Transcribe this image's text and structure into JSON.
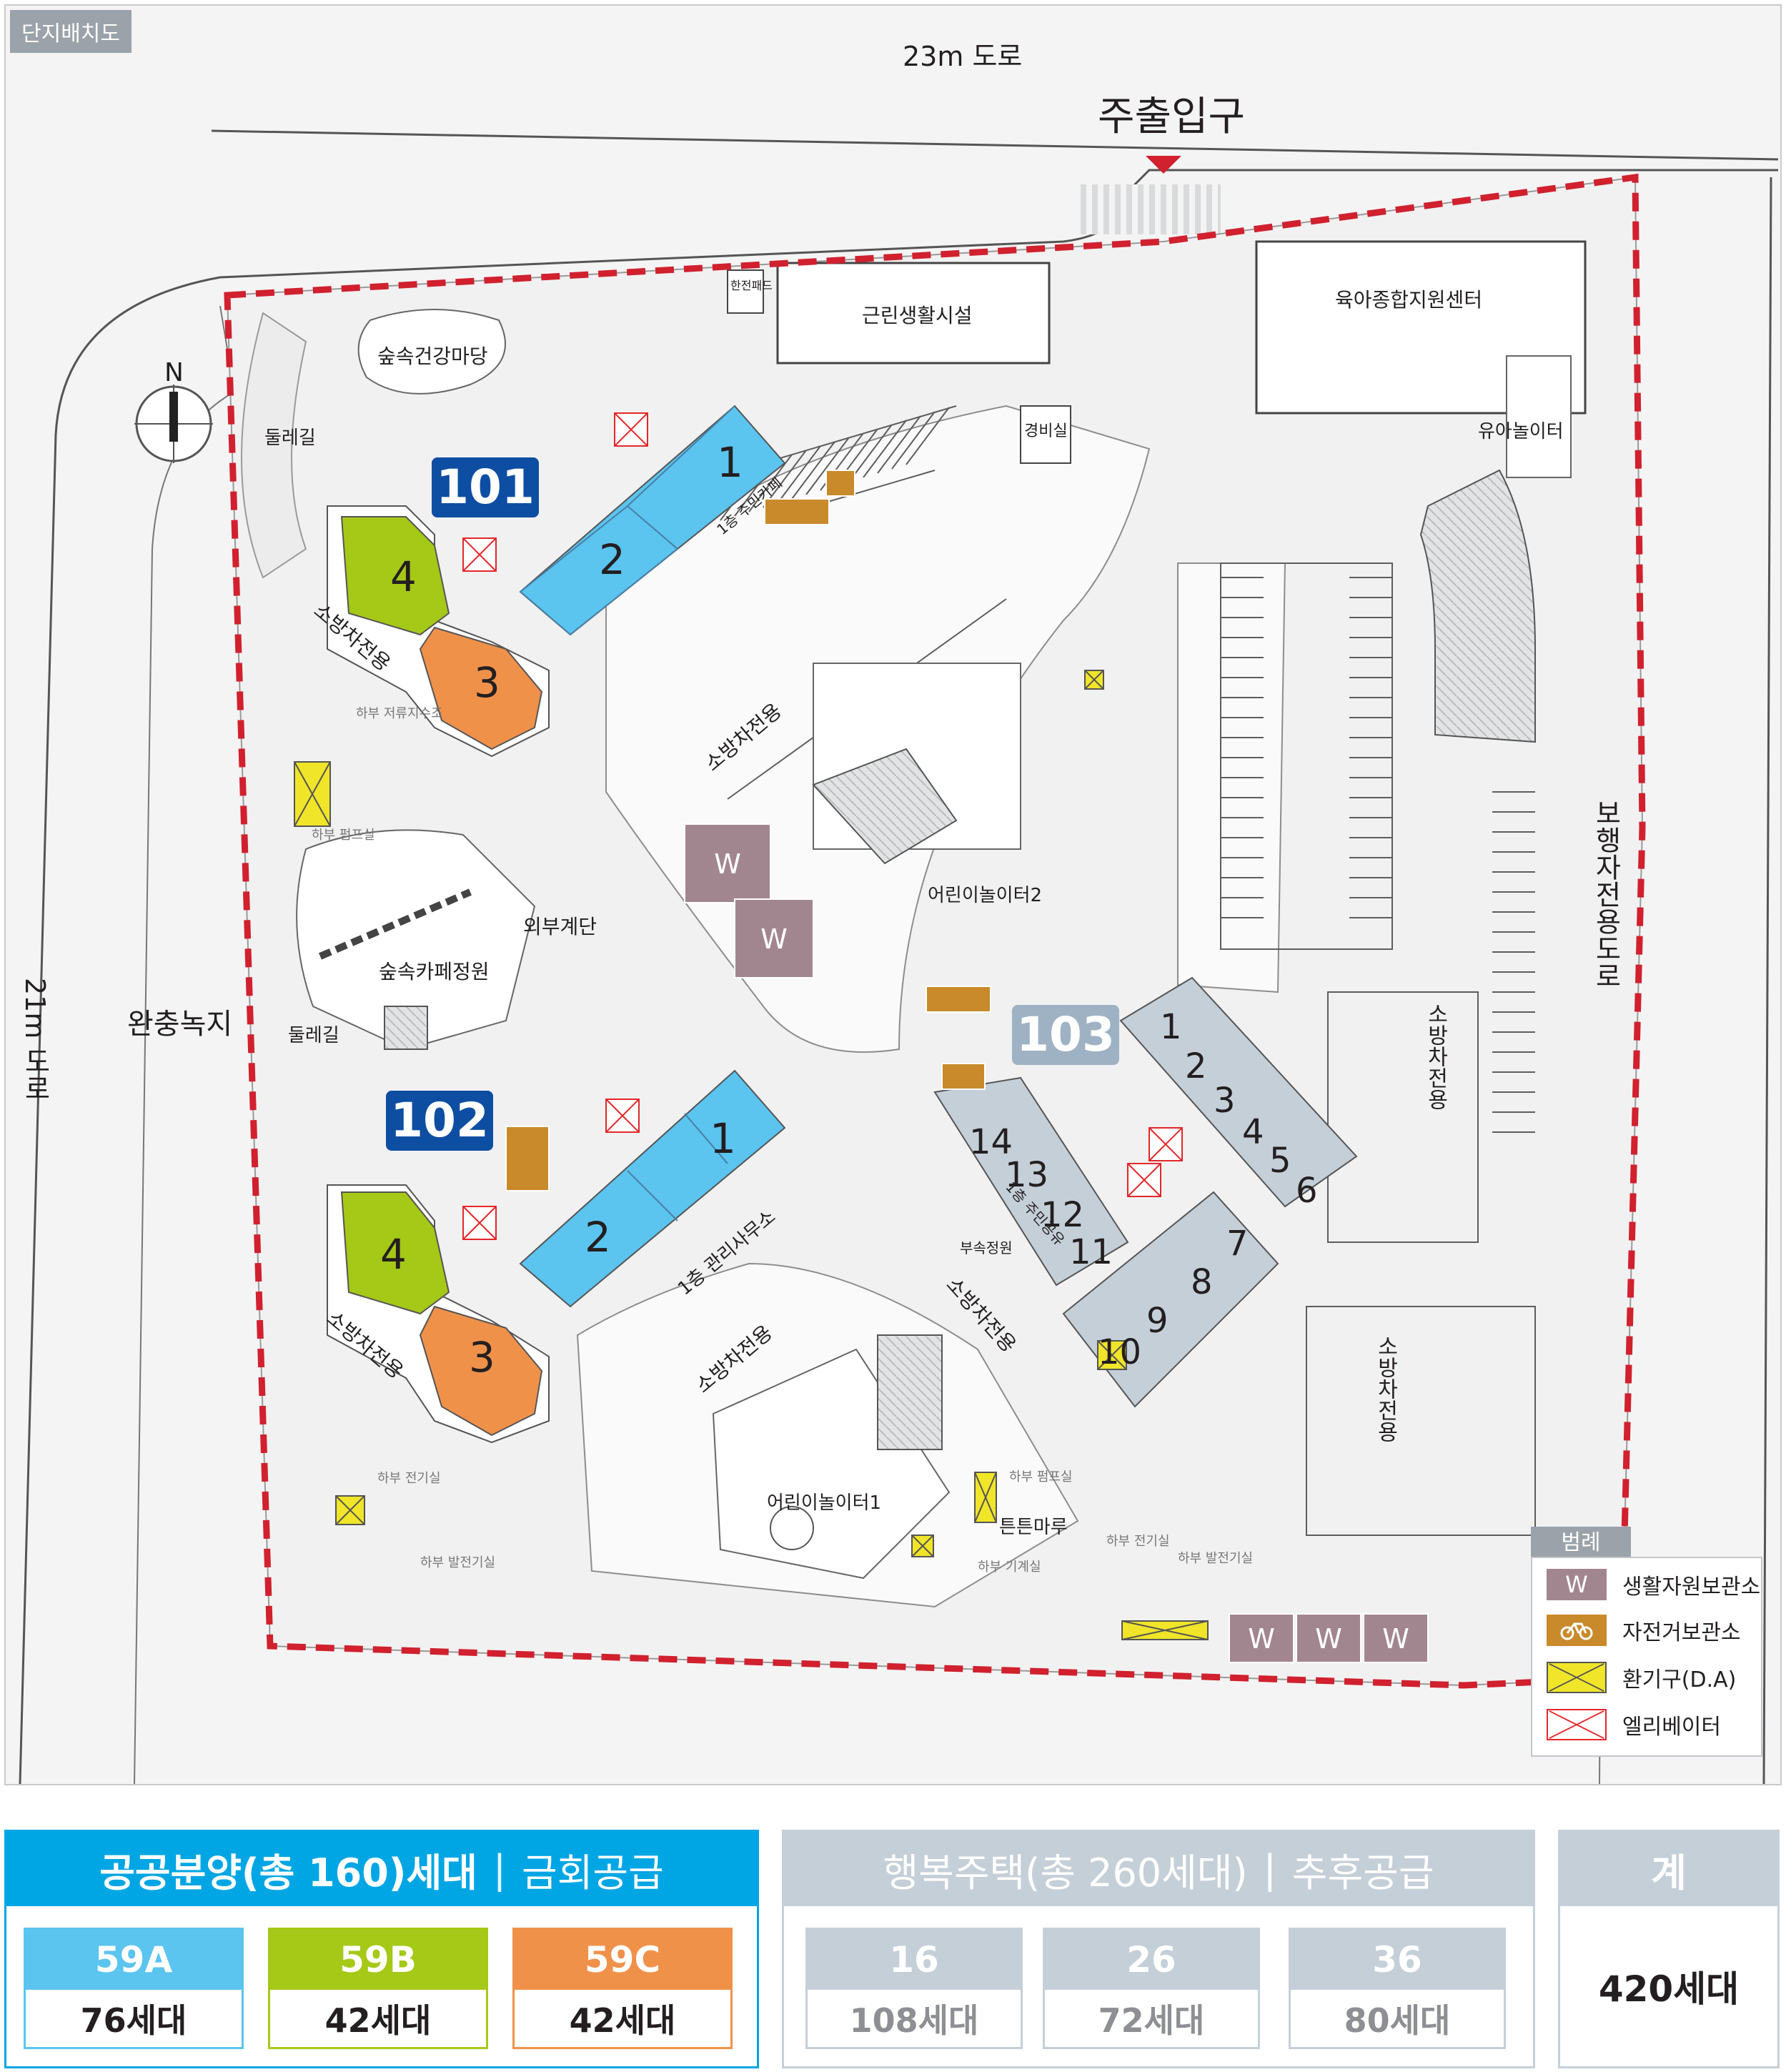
{
  "map": {
    "tag": "단지배치도",
    "road_top": "23m 도로",
    "road_left": "21m 도로",
    "road_right": "보행자전용도로",
    "main_entrance": "주출입구",
    "buffer_green": "완충녹지",
    "dulle_gil": "둘레길",
    "buildings": {
      "b101": "101",
      "b102": "102",
      "b103": "103"
    },
    "facilities": {
      "neighborhood": "근린생활시설",
      "childcare": "육아종합지원센터",
      "guard": "경비실",
      "health_yard": "숲속건강마당",
      "forest_cafe": "숲속카페정원",
      "ext_stairs": "외부계단",
      "playground1": "어린이놀이터1",
      "playground2": "어린이놀이터2",
      "toddler_play": "유아놀이터",
      "teunteun": "튼튼마루",
      "mgmt_office": "1층 관리사무소",
      "resident_cafe": "1층 주민카페",
      "resident_share": "1층 주민공유",
      "sub_garden": "부속정원",
      "transformer": "한전패드",
      "fire_lane": "소방차전용",
      "firelane_short": "소방차전용",
      "underground_pump": "하부 펌프실",
      "underground_water": "하부 저류지수조",
      "underground_electric": "하부 전기실",
      "underground_power": "하부 발전기실",
      "underground_machine": "하부 기계실"
    },
    "units_101": {
      "u1": "1",
      "u2": "2",
      "u3": "3",
      "u4": "4"
    },
    "units_102": {
      "u1": "1",
      "u2": "2",
      "u3": "3",
      "u4": "4"
    },
    "units_103": [
      "1",
      "2",
      "3",
      "4",
      "5",
      "6",
      "7",
      "8",
      "9",
      "10",
      "11",
      "12",
      "13",
      "14"
    ],
    "north": "N",
    "legend_title": "범례",
    "legend": [
      {
        "symbol": "W",
        "label": "생활자원보관소",
        "color": "#a2868f"
      },
      {
        "symbol": "bike",
        "label": "자전거보관소",
        "color": "#c98a2b"
      },
      {
        "symbol": "x-yellow",
        "label": "환기구(D.A)",
        "color": "#f0e528"
      },
      {
        "symbol": "x-red",
        "label": "엘리베이터",
        "color": "#e3272a"
      }
    ],
    "waste_w": "W"
  },
  "colors": {
    "unit_59A": "#5bc4ef",
    "unit_59B": "#a6c817",
    "unit_59C": "#f0914a",
    "unit_happy": "#c5cfd8",
    "site_boundary": "#d1202e",
    "building_num_blue": "#0d4ea2",
    "building_num_grey": "#9fb2c4"
  },
  "table": {
    "public": {
      "title": "공공분양(총 160)세대",
      "sep": "|",
      "supply": "금회공급",
      "types": [
        {
          "type": "59A",
          "count": "76세대",
          "color": "#5bc4ef"
        },
        {
          "type": "59B",
          "count": "42세대",
          "color": "#a6c817"
        },
        {
          "type": "59C",
          "count": "42세대",
          "color": "#f0914a"
        }
      ]
    },
    "happy": {
      "title": "행복주택(총 260세대)",
      "sep": "|",
      "supply": "추후공급",
      "types": [
        {
          "type": "16",
          "count": "108세대"
        },
        {
          "type": "26",
          "count": "72세대"
        },
        {
          "type": "36",
          "count": "80세대"
        }
      ]
    },
    "total": {
      "title": "계",
      "count": "420세대"
    }
  }
}
